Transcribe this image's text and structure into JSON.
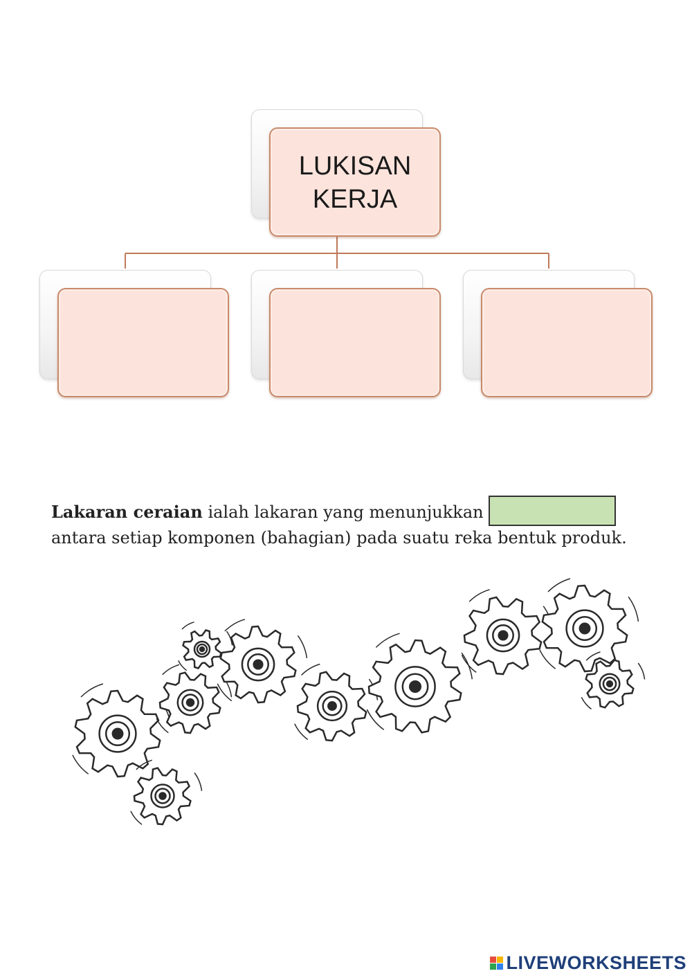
{
  "diagram": {
    "root_label": "LUKISAN KERJA",
    "children": [
      {
        "label": ""
      },
      {
        "label": ""
      },
      {
        "label": ""
      }
    ],
    "colors": {
      "box_fill": "#fce4dc",
      "box_border": "#c88a6a",
      "connector": "#c0785a"
    }
  },
  "sentence": {
    "bold_term": "Lakaran ceraian",
    "text_before_blank": " ialah lakaran yang menunjukkan ",
    "blank_value": "",
    "text_after_blank": "antara setiap komponen (bahagian) pada suatu reka bentuk produk.",
    "blank_color": "#c9e2b3"
  },
  "illustration": {
    "icon": "gears-sketch-icon"
  },
  "footer": {
    "logo_text": "LIVEWORKSHEETS"
  }
}
